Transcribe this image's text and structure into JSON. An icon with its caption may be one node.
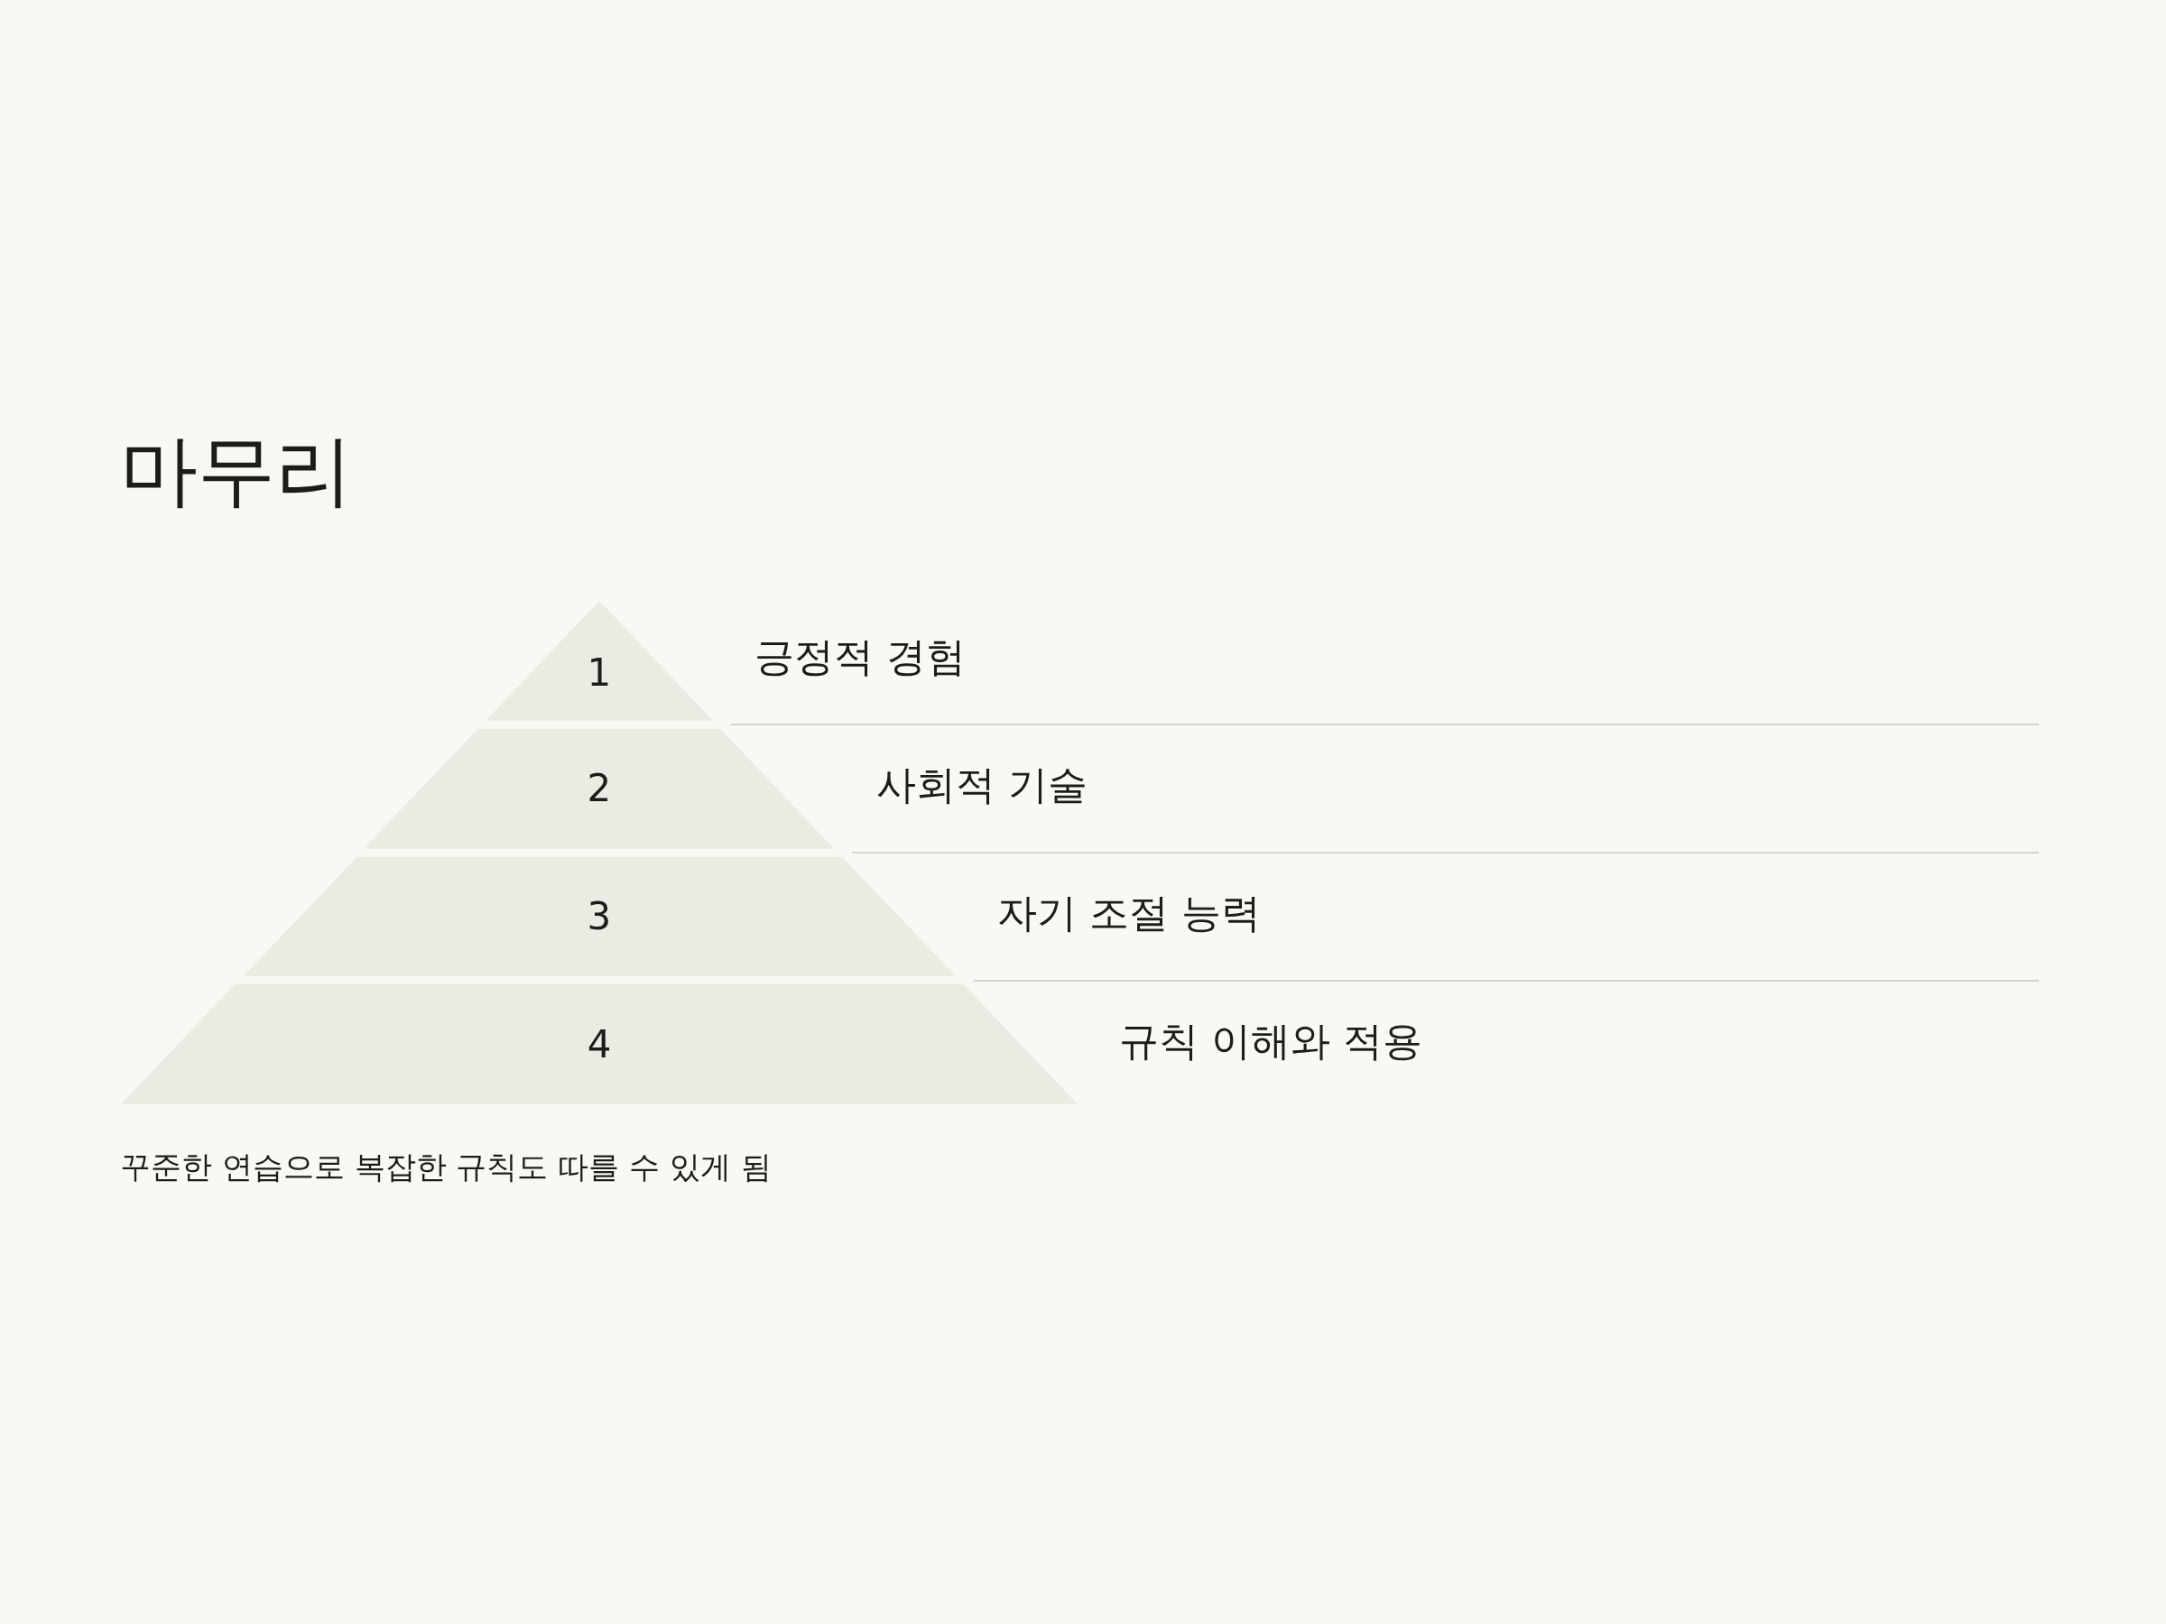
{
  "diagram": {
    "title": "마무리",
    "nodes": [
      {
        "text": [
          "1"
        ],
        "beside": [
          "긍정적 경험"
        ]
      },
      {
        "text": [
          "2"
        ],
        "beside": [
          "사회적 기술"
        ]
      },
      {
        "text": [
          "3"
        ],
        "beside": [
          "자기 조절 능력"
        ]
      },
      {
        "text": [
          "4"
        ],
        "beside": [
          "규칙 이해와 적용"
        ]
      }
    ],
    "caption": "꾸준한 연습으로 복잡한 규칙도 따를 수 있게 됨"
  }
}
